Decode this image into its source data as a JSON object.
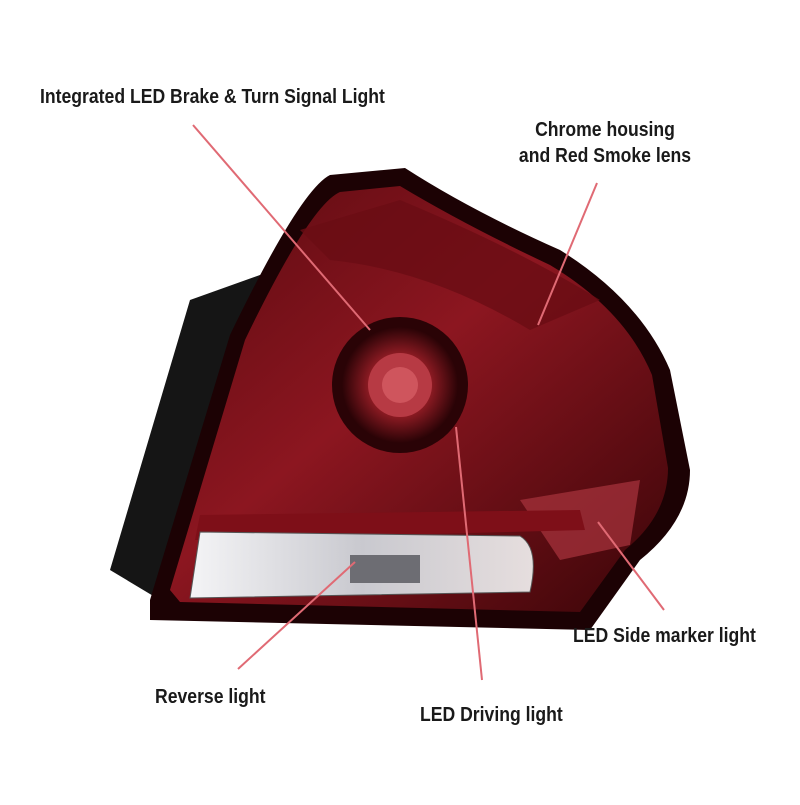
{
  "callouts": {
    "brake_turn": "Integrated LED Brake & Turn Signal Light",
    "chrome_line1": "Chrome housing",
    "chrome_line2": "and Red Smoke lens",
    "reverse": "Reverse light",
    "driving": "LED Driving light",
    "side_marker": "LED Side marker light"
  },
  "colors": {
    "lens_dark": "#3a0508",
    "lens_mid": "#7a0f16",
    "lens_light": "#b02a33",
    "housing_black": "#141414",
    "clear_lens": "#e8e8ec",
    "callout_line": "#e06a74"
  }
}
